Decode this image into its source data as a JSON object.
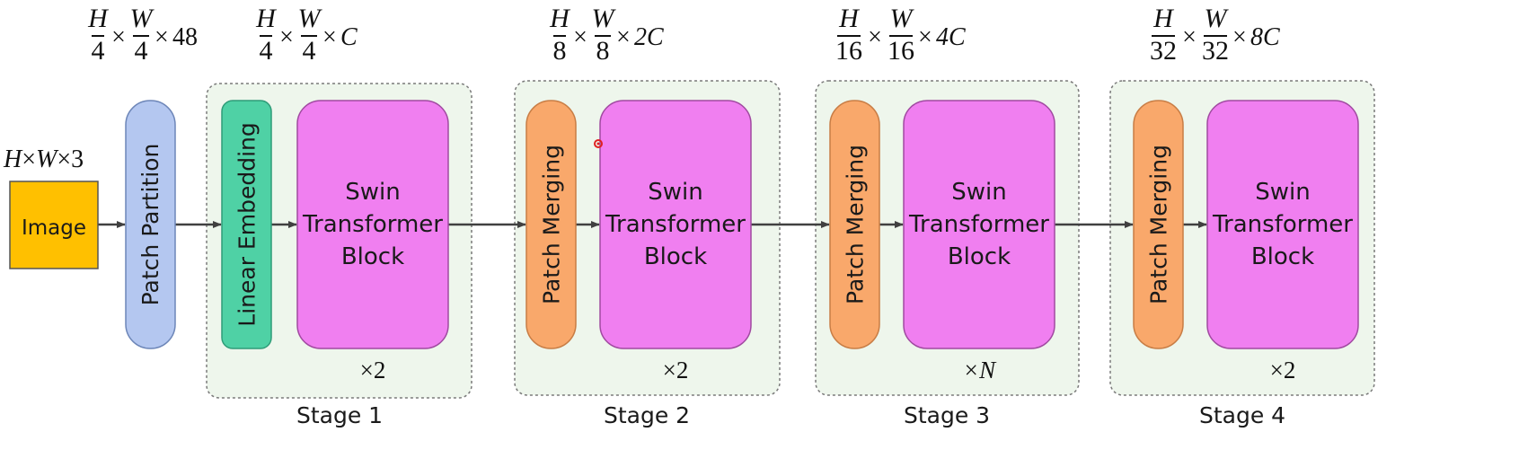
{
  "input": {
    "shape": {
      "H": "H",
      "times": "×",
      "W": "W",
      "C": "3"
    },
    "image_label": "Image"
  },
  "patch_partition": {
    "label": "Patch Partition",
    "shape": {
      "num1": "H",
      "den1": "4",
      "num2": "W",
      "den2": "4",
      "tail": "48",
      "tail_italic": false
    }
  },
  "stages": [
    {
      "label": "Stage 1",
      "first_block": "Linear Embedding",
      "swin_lines": [
        "Swin",
        "Transformer",
        "Block"
      ],
      "repeat": "×2",
      "repeat_italic": false,
      "shape": {
        "num1": "H",
        "den1": "4",
        "num2": "W",
        "den2": "4",
        "tail": "C",
        "tail_italic": true
      }
    },
    {
      "label": "Stage 2",
      "first_block": "Patch Merging",
      "swin_lines": [
        "Swin",
        "Transformer",
        "Block"
      ],
      "repeat": "×2",
      "repeat_italic": false,
      "shape": {
        "num1": "H",
        "den1": "8",
        "num2": "W",
        "den2": "8",
        "tail": "2C",
        "tail_italic": true
      }
    },
    {
      "label": "Stage 3",
      "first_block": "Patch Merging",
      "swin_lines": [
        "Swin",
        "Transformer",
        "Block"
      ],
      "repeat": "×N",
      "repeat_italic": true,
      "shape": {
        "num1": "H",
        "den1": "16",
        "num2": "W",
        "den2": "16",
        "tail": "4C",
        "tail_italic": true
      }
    },
    {
      "label": "Stage 4",
      "first_block": "Patch Merging",
      "swin_lines": [
        "Swin",
        "Transformer",
        "Block"
      ],
      "repeat": "×2",
      "repeat_italic": false,
      "shape": {
        "num1": "H",
        "den1": "32",
        "num2": "W",
        "den2": "32",
        "tail": "8C",
        "tail_italic": true
      }
    }
  ],
  "colors": {
    "image_fill": "#ffc000",
    "patch_partition_fill": "#b4c7f0",
    "linear_embedding_fill": "#4fd1a5",
    "patch_merging_fill": "#f9a86b",
    "swin_block_fill": "#f07ff0",
    "stage_background": "#eef6ec",
    "stage_border": "#7a7a7a",
    "arrow": "#404040",
    "cursor_dot": "#e02020"
  }
}
